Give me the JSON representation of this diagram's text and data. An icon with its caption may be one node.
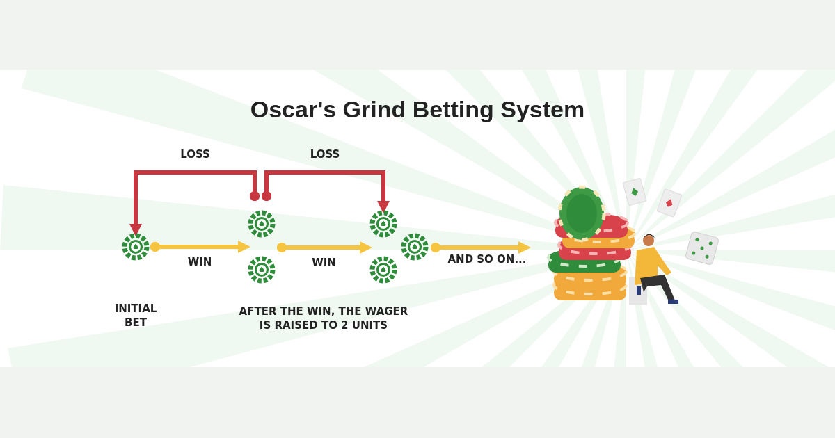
{
  "diagram": {
    "title": "Oscar's Grind Betting System",
    "nodes": [
      {
        "text": [],
        "shape": "picture"
      },
      {
        "text": [],
        "shape": "picture",
        "beside": [
          "AFTER THE WIN, THE WAGER IS RAISED TO 2 UNITS"
        ]
      },
      {
        "text": [],
        "shape": "picture"
      }
    ],
    "edges": [
      {
        "from": 0,
        "to": 1,
        "arrow": "to",
        "label": "WIN"
      },
      {
        "from": 1,
        "to": 2,
        "arrow": "to",
        "label": "WIN"
      },
      {
        "from": 2,
        "to": null,
        "arrow": "to",
        "label": "AND SO ON..."
      },
      {
        "from": 1,
        "to": 0,
        "arrow": "to",
        "label": "LOSS",
        "color": "#c8373f"
      },
      {
        "from": 1,
        "to": 2,
        "arrow": "to",
        "label": "LOSS",
        "color": "#c8373f"
      }
    ],
    "labels": [
      "INITIAL BET"
    ]
  }
}
